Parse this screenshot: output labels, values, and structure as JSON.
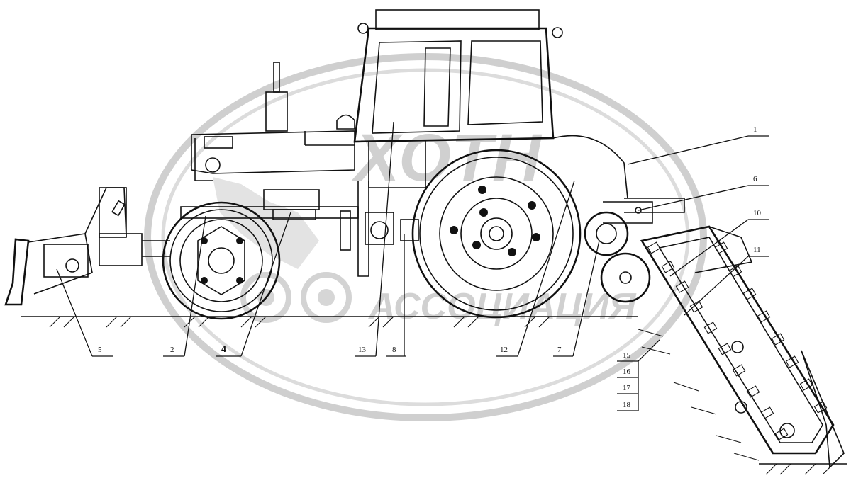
{
  "diagram": {
    "callouts": [
      {
        "id": "1",
        "text": "1"
      },
      {
        "id": "6",
        "text": "6"
      },
      {
        "id": "10",
        "text": "10"
      },
      {
        "id": "11",
        "text": "11"
      },
      {
        "id": "5",
        "text": "5"
      },
      {
        "id": "2",
        "text": "2"
      },
      {
        "id": "4",
        "text": "4"
      },
      {
        "id": "13",
        "text": "13"
      },
      {
        "id": "8",
        "text": "8"
      },
      {
        "id": "12",
        "text": "12"
      },
      {
        "id": "7",
        "text": "7"
      },
      {
        "id": "15",
        "text": "15"
      },
      {
        "id": "16",
        "text": "16"
      },
      {
        "id": "17",
        "text": "17"
      },
      {
        "id": "18",
        "text": "18"
      }
    ],
    "watermark": {
      "line1": "ХОТН",
      "line2": "АССОЦИАЦИЯ"
    }
  }
}
